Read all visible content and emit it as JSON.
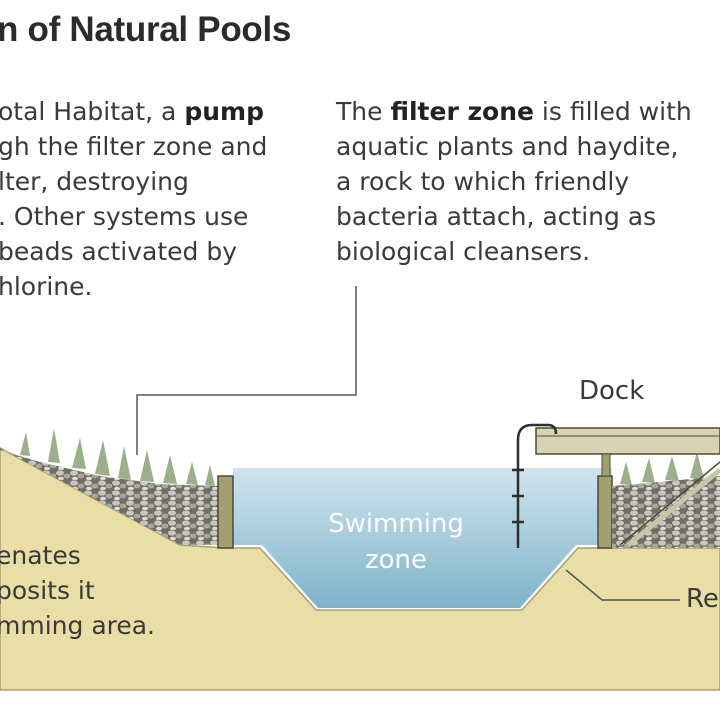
{
  "title": "n of Natural Pools",
  "left_text": {
    "line1_pre": "otal Habitat, a ",
    "line1_bold": "pump",
    "line2": "gh the filter zone and",
    "line3": "lter, destroying",
    "line4": ". Other systems use",
    "line5": "beads activated by",
    "line6": "hlorine."
  },
  "right_text": {
    "line1_pre": "The ",
    "line1_bold": "filter zone",
    "line1_post": " is filled with",
    "line2": "aquatic plants and haydite,",
    "line3": "a rock to which friendly",
    "line4": "bacteria attach, acting as",
    "line5": "biological cleansers."
  },
  "bottom_text": {
    "line1": "enates",
    "line2": "posits it",
    "line3": "mming area."
  },
  "labels": {
    "dock": "Dock",
    "swimming_zone_1": "Swimming",
    "swimming_zone_2": "zone",
    "regeneration_partial": "Re"
  },
  "colors": {
    "water": "#a9cfe0",
    "soil": "#e8dea6",
    "rocks": "#8f8f86",
    "wall": "#a2a070",
    "leader_line": "#555555",
    "dock": "#d9d3b4"
  }
}
